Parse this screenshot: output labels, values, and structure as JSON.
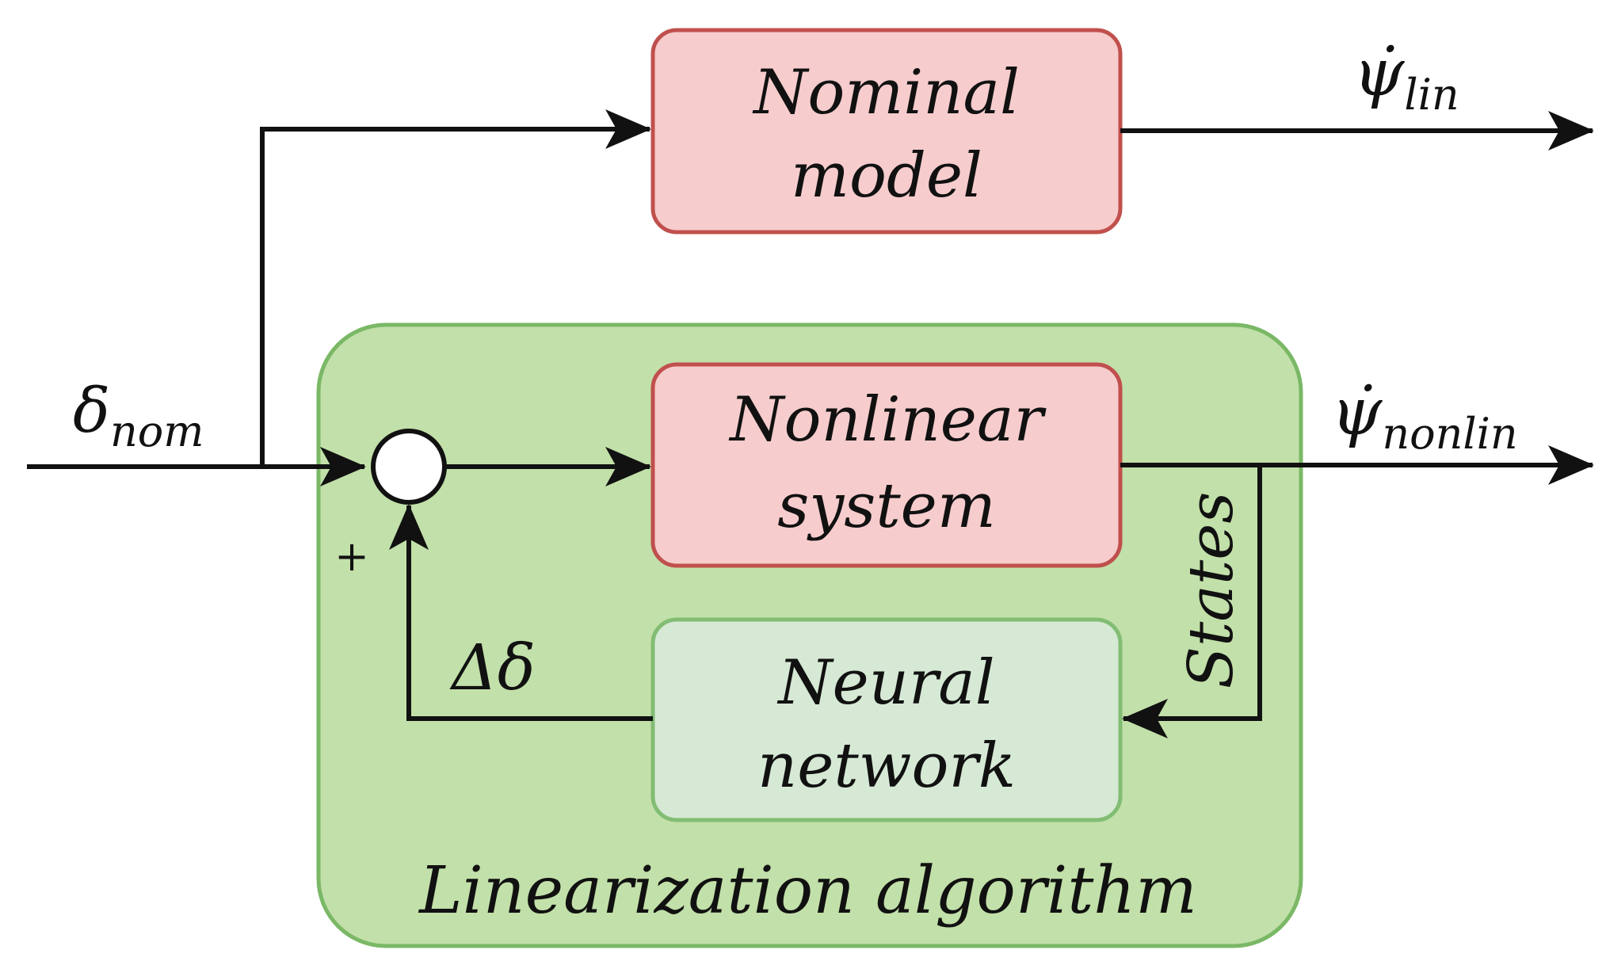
{
  "blocks": {
    "nominal_model": {
      "line1": "Nominal",
      "line2": "model"
    },
    "nonlinear_system": {
      "line1": "Nonlinear",
      "line2": "system"
    },
    "neural_network": {
      "line1": "Neural",
      "line2": "network"
    },
    "linearization_algorithm": {
      "label": "Linearization algorithm"
    }
  },
  "signals": {
    "input": {
      "symbol": "δ",
      "subscript": "nom"
    },
    "output_lin": {
      "symbol": "ψ̇",
      "subscript": "lin"
    },
    "output_nonlin": {
      "symbol": "ψ̇",
      "subscript": "nonlin"
    },
    "correction": {
      "label": "Δδ"
    },
    "states": {
      "label": "States"
    }
  },
  "summing_junction": {
    "sign": "+"
  },
  "colors": {
    "red_fill": "#f6cccc",
    "red_stroke": "#c0504d",
    "green_container_fill": "#c2e0a9",
    "green_container_stroke": "#7ab866",
    "green_block_fill": "#d6e9d5",
    "green_block_stroke": "#82bd73",
    "line": "#111111"
  }
}
